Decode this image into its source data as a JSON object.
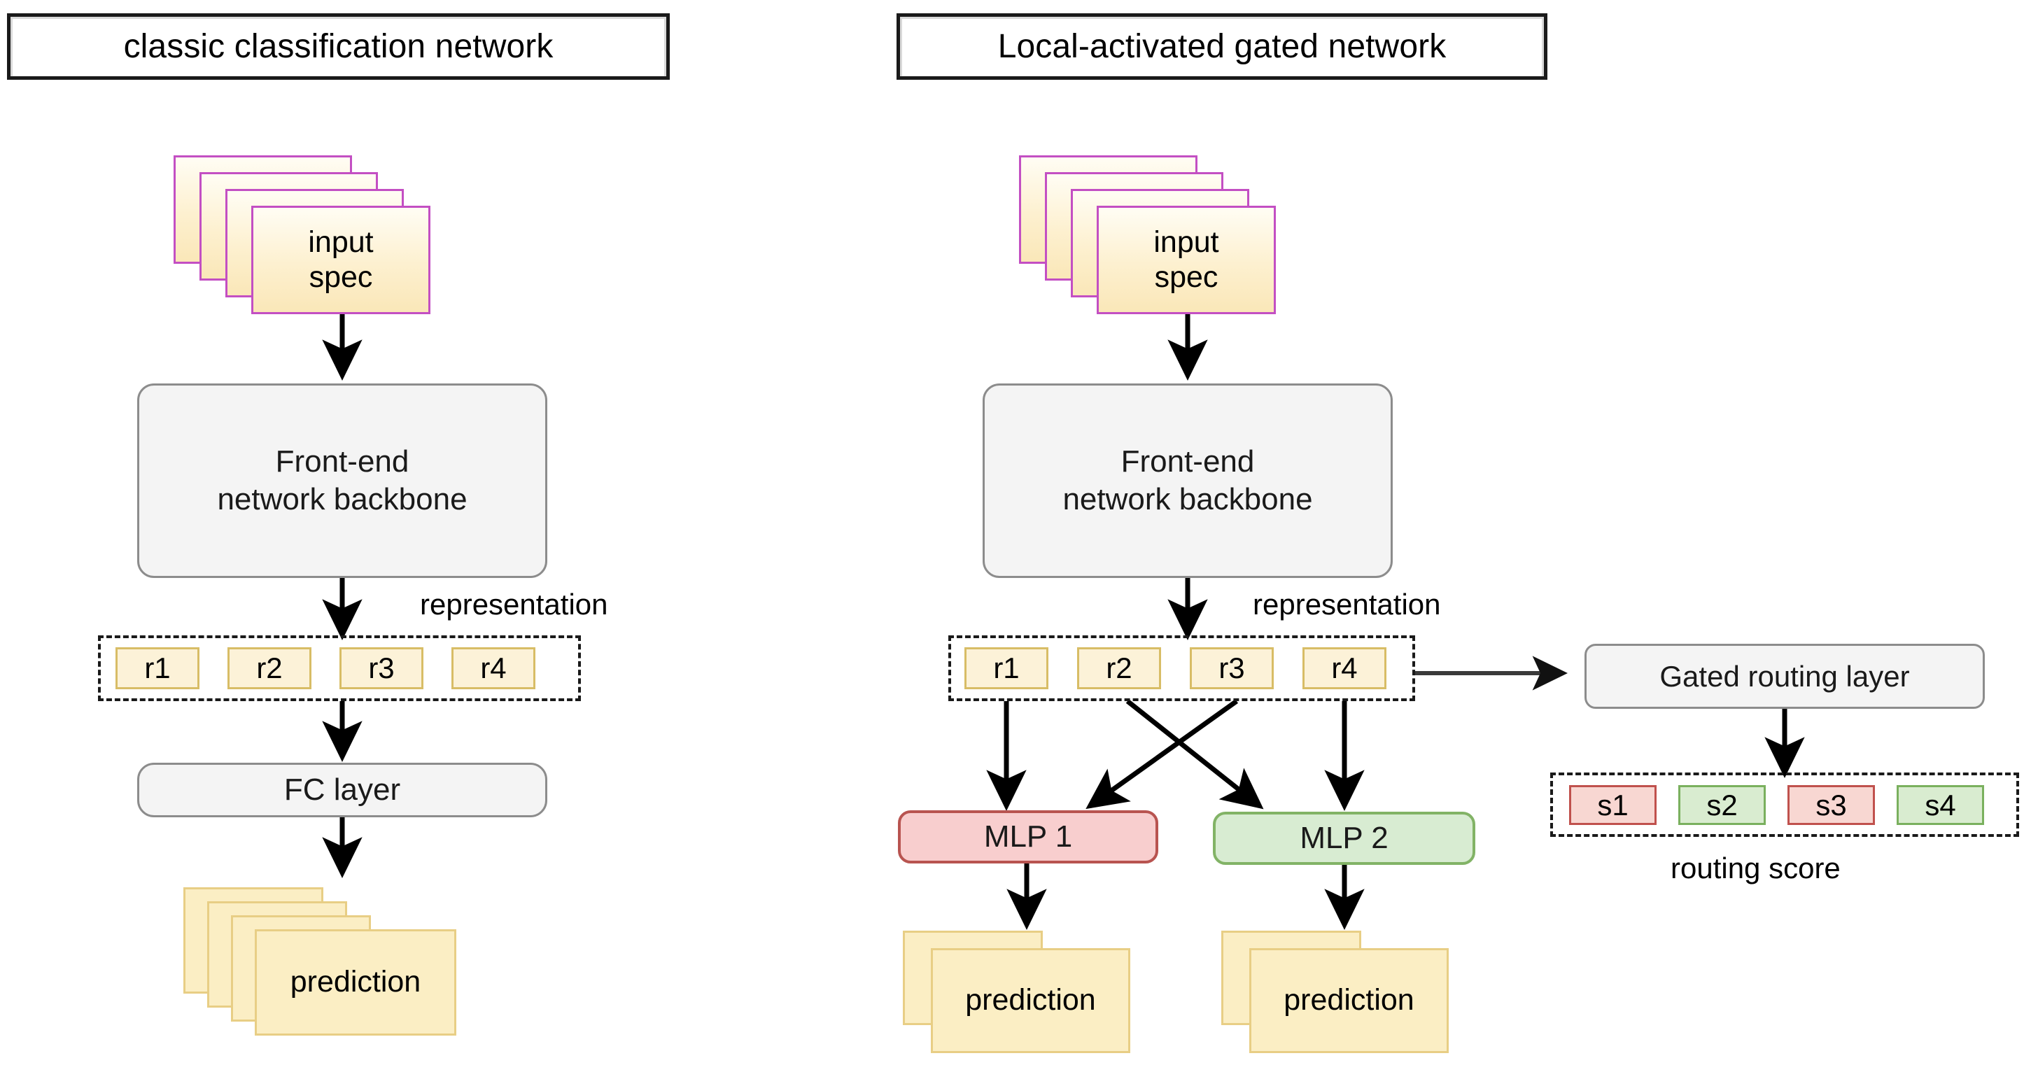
{
  "panels": [
    {
      "id": "classic",
      "title": "classic classification network",
      "input": {
        "label_line1": "input",
        "label_line2": "spec",
        "stack_count": 4
      },
      "backbone": {
        "label_line1": "Front-end",
        "label_line2": "network backbone"
      },
      "representation": {
        "caption": "representation",
        "chips": [
          "r1",
          "r2",
          "r3",
          "r4"
        ]
      },
      "fc": {
        "label": "FC layer"
      },
      "prediction": {
        "label": "prediction",
        "stack_count": 4
      }
    },
    {
      "id": "gated",
      "title": "Local-activated gated network",
      "input": {
        "label_line1": "input",
        "label_line2": "spec",
        "stack_count": 4
      },
      "backbone": {
        "label_line1": "Front-end",
        "label_line2": "network backbone"
      },
      "representation": {
        "caption": "representation",
        "chips": [
          "r1",
          "r2",
          "r3",
          "r4"
        ]
      },
      "experts": [
        {
          "label": "MLP 1",
          "fill": "#f8cece",
          "stroke": "#b85450"
        },
        {
          "label": "MLP 2",
          "fill": "#d8ecd2",
          "stroke": "#82b366"
        }
      ],
      "predictions": [
        {
          "label": "prediction",
          "stack_count": 2
        },
        {
          "label": "prediction",
          "stack_count": 2
        }
      ],
      "gate": {
        "label": "Gated routing layer",
        "caption": "routing score",
        "chips": [
          {
            "label": "s1",
            "state": "red"
          },
          {
            "label": "s2",
            "state": "green"
          },
          {
            "label": "s3",
            "state": "red"
          },
          {
            "label": "s4",
            "state": "green"
          }
        ]
      }
    }
  ],
  "colors": {
    "spec_border": "#c34fc3",
    "spec_fill": "#fdf0cf",
    "pred_border": "#e8ce85",
    "pred_fill": "#fbeec4",
    "box_border": "#8c8c8c",
    "box_fill": "#f4f4f4",
    "r_border": "#d8bd66",
    "r_fill": "#fcf2d8",
    "red_border": "#c0514d",
    "red_fill": "#f8d7d2",
    "green_border": "#7ab05e",
    "green_fill": "#d9ecd0",
    "arrow": "#000000",
    "dash": "#1a1a1a"
  },
  "edges": [
    {
      "from": "input-spec-1",
      "to": "backbone-1"
    },
    {
      "from": "backbone-1",
      "to": "representation-1"
    },
    {
      "from": "representation-1",
      "to": "fc-layer"
    },
    {
      "from": "fc-layer",
      "to": "prediction-1"
    },
    {
      "from": "input-spec-2",
      "to": "backbone-2"
    },
    {
      "from": "backbone-2",
      "to": "representation-2"
    },
    {
      "from": "r1",
      "to": "mlp-1"
    },
    {
      "from": "r2",
      "to": "mlp-2"
    },
    {
      "from": "r3",
      "to": "mlp-1"
    },
    {
      "from": "r4",
      "to": "mlp-2"
    },
    {
      "from": "representation-2",
      "to": "gated-routing-layer"
    },
    {
      "from": "gated-routing-layer",
      "to": "routing-score"
    },
    {
      "from": "mlp-1",
      "to": "prediction-2"
    },
    {
      "from": "mlp-2",
      "to": "prediction-3"
    }
  ]
}
